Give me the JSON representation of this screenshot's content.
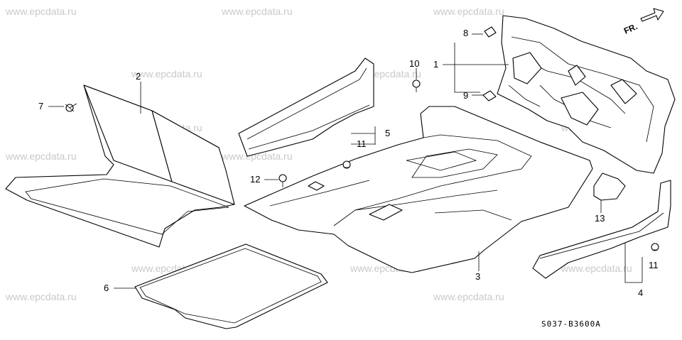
{
  "watermark": "www.epcdata.ru",
  "drawing_code": "S037-B3600A",
  "front_marker": "FR.",
  "callouts": {
    "p1": "1",
    "p2": "2",
    "p3": "3",
    "p4": "4",
    "p5": "5",
    "p6": "6",
    "p7": "7",
    "p8": "8",
    "p9": "9",
    "p10": "10",
    "p11a": "11",
    "p11b": "11",
    "p12": "12",
    "p13": "13"
  }
}
